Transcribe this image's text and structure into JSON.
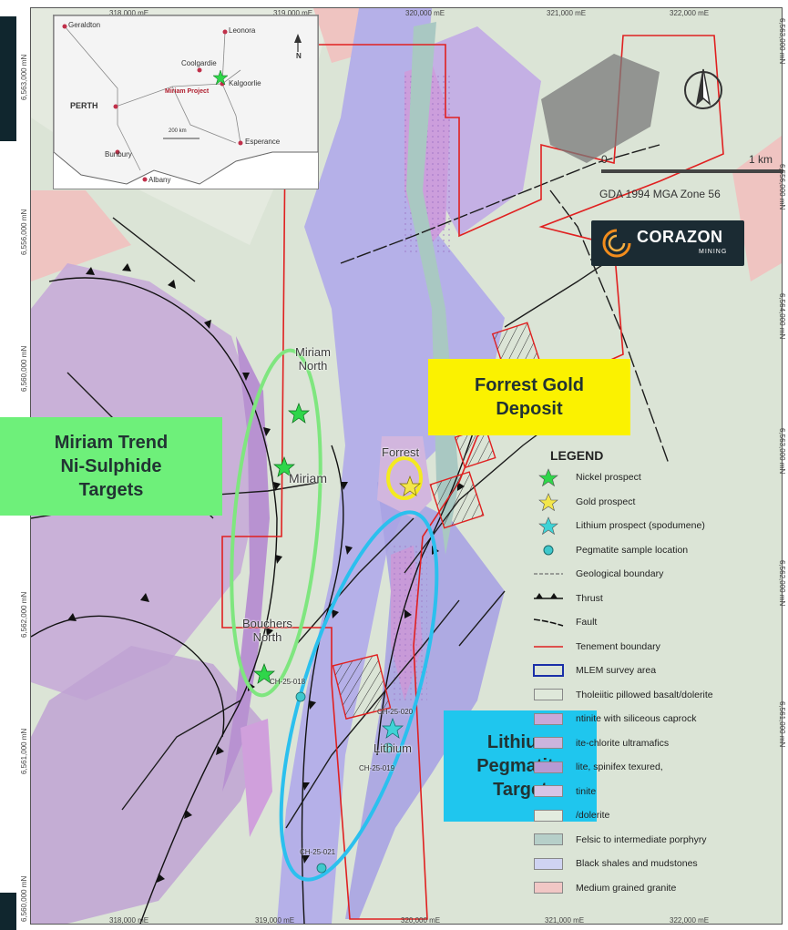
{
  "coords": {
    "top": [
      "318,000 mE",
      "319,000 mE",
      "320,000 mE",
      "321,000 mE",
      "322,000 mE"
    ],
    "bottom": [
      "318,000 mE",
      "319,000 mE",
      "320,000 mE",
      "321,000 mE",
      "322,000 mE"
    ],
    "left": [
      "6,563,000 mN",
      "6,556,000 mN",
      "6,560,000 mN",
      "6,562,000 mN",
      "6,561,000 mN",
      "6,560,000 mN"
    ],
    "right": [
      "6,563,000 mN",
      "6,556,000 mN",
      "6,564,000 mN",
      "6,563,000 mN",
      "6,562,000 mN",
      "6,561,000 mN"
    ]
  },
  "inset": {
    "towns": [
      "Geraldton",
      "Leonora",
      "Coolgardie",
      "Kalgoorlie",
      "PERTH",
      "Esperance",
      "Bunbury",
      "Albany"
    ],
    "project_label": "Miriam Project",
    "north_letter": "N",
    "scale_label": "200 km"
  },
  "north_arrow": {
    "icon": "north-arrow-icon"
  },
  "scale": {
    "zero": "0",
    "end": "1 km",
    "datum": "GDA 1994 MGA Zone 56"
  },
  "logo": {
    "name": "CORAZON",
    "sub": "MINING"
  },
  "map_labels": {
    "miriam_north_1": "Miriam",
    "miriam_north_2": "North",
    "miriam": "Miriam",
    "forrest": "Forrest",
    "bouchers_1": "Bouchers",
    "bouchers_2": "North",
    "lithium": "Lithium",
    "sample_1": "CH-25-018",
    "sample_2": "CH-25-020",
    "sample_3": "CH-25-019",
    "sample_4": "CH-25-021"
  },
  "callouts": {
    "forrest": {
      "line1": "Forrest Gold",
      "line2": "Deposit",
      "color": "#fbf200"
    },
    "miriam": {
      "line1": "Miriam Trend",
      "line2": "Ni-Sulphide",
      "line3": "Targets",
      "color": "#6ef07a"
    },
    "lithium": {
      "line1": "Lithium",
      "line2": "Pegmatite",
      "line3": "Target",
      "color": "#1fc6ee"
    }
  },
  "legend": {
    "title": "LEGEND",
    "items": [
      {
        "label": "Nickel prospect",
        "type": "star",
        "color": "#2fd64a"
      },
      {
        "label": "Gold prospect",
        "type": "star",
        "color": "#f3e64a"
      },
      {
        "label": "Lithium prospect (spodumene)",
        "type": "star",
        "color": "#3fd3d6"
      },
      {
        "label": "Pegmatite sample location",
        "type": "dot",
        "color": "#3fc8cc"
      },
      {
        "label": "Geological boundary",
        "type": "dashline",
        "color": "#555555"
      },
      {
        "label": "Thrust",
        "type": "thrust",
        "color": "#111111"
      },
      {
        "label": "Fault",
        "type": "fault",
        "color": "#111111"
      },
      {
        "label": "Tenement boundary",
        "type": "line",
        "color": "#e02020"
      },
      {
        "label": "MLEM survey area",
        "type": "rect",
        "color": "#1a2fa8"
      },
      {
        "label": "Tholeiitic pillowed basalt/dolerite",
        "type": "swatch",
        "color": "#dfe8da"
      },
      {
        "label": "ntinite with siliceous caprock",
        "type": "swatch",
        "color": "#c9a8d8"
      },
      {
        "label": "ite-chlorite ultramafics",
        "type": "swatch",
        "color": "#cbb4dd"
      },
      {
        "label": "lite, spinifex texured,",
        "type": "swatch",
        "color": "#b79ad3"
      },
      {
        "label": "tinite",
        "type": "swatch",
        "color": "#d7c4e6"
      },
      {
        "label": "/dolerite",
        "type": "swatch",
        "color": "#e3ecdf"
      },
      {
        "label": "Felsic to intermediate porphyry",
        "type": "swatch",
        "color": "#b6cfc9"
      },
      {
        "label": "Black shales and mudstones",
        "type": "swatch",
        "color": "#cfd3f2"
      },
      {
        "label": "Medium grained granite",
        "type": "swatch",
        "color": "#f1c7c5"
      }
    ]
  }
}
